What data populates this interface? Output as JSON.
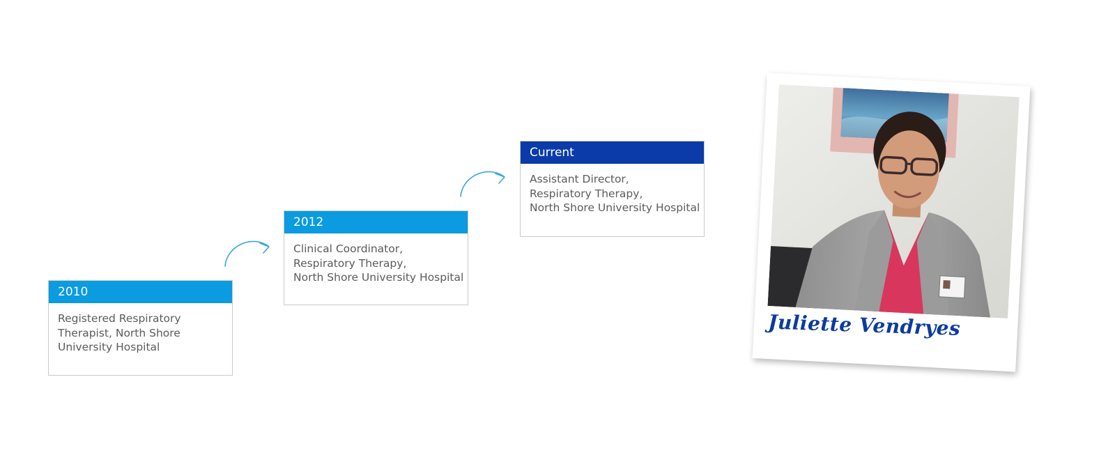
{
  "timeline": [
    {
      "year": "2010",
      "lines": [
        "Registered Respiratory",
        "Therapist, North Shore",
        "University Hospital"
      ],
      "header_color": "#0a9be0"
    },
    {
      "year": "2012",
      "lines": [
        "Clinical Coordinator,",
        "Respiratory Therapy,",
        "North Shore University Hospital"
      ],
      "header_color": "#0a9be0"
    },
    {
      "year": "Current",
      "lines": [
        "Assistant Director,",
        "Respiratory Therapy,",
        "North Shore University Hospital"
      ],
      "header_color": "#0a3ba8"
    }
  ],
  "arrows": {
    "color": "#3aa7dc",
    "icon": "curved-arrow-right-icon"
  },
  "polaroid": {
    "name": "Juliette Vendryes",
    "name_color": "#0d3b9e"
  }
}
